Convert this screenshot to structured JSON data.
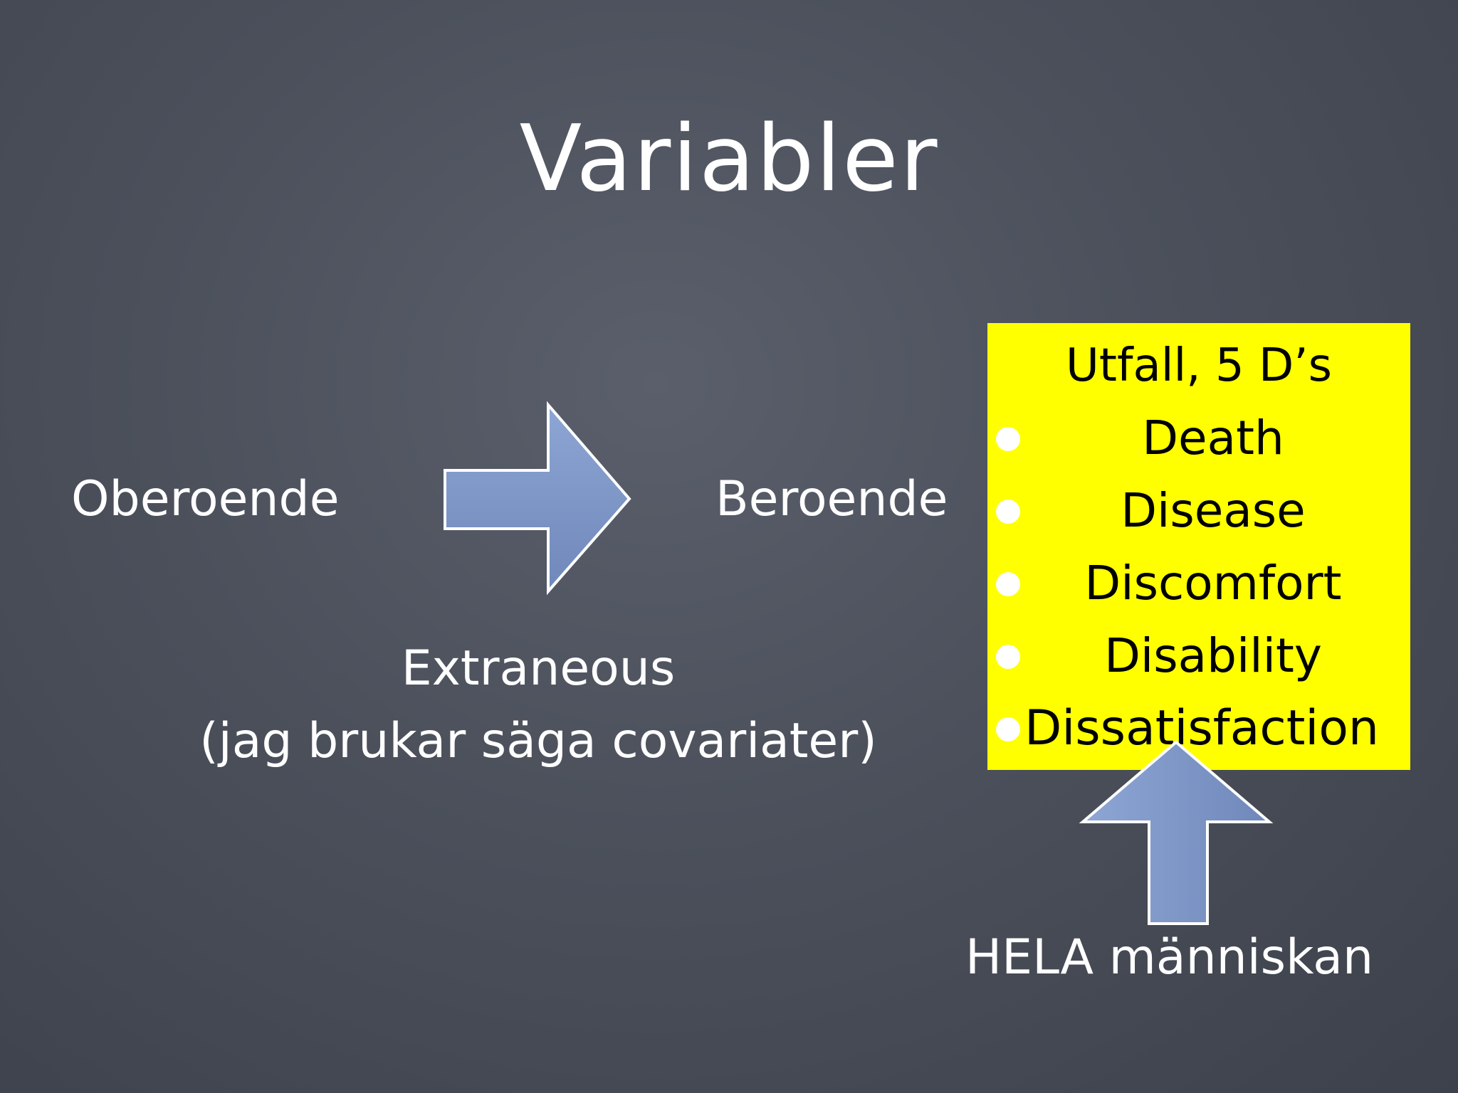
{
  "slide": {
    "title": "Variabler",
    "independent_label": "Oberoende",
    "dependent_label": "Beroende",
    "extraneous_label": "Extraneous",
    "extraneous_note": "(jag brukar säga covariater)",
    "whole_person_label": "HELA människan",
    "outcome_box": {
      "heading": "Utfall, 5 D’s",
      "items": [
        "Death",
        "Disease",
        "Discomfort",
        "Disability",
        "Dissatisfaction"
      ],
      "background": "#ffff00",
      "bullet_color": "#ffffff"
    },
    "colors": {
      "background": "#4b505b",
      "text": "#ffffff",
      "arrow_fill": "#7e97c7",
      "arrow_stroke": "#ffffff"
    }
  }
}
